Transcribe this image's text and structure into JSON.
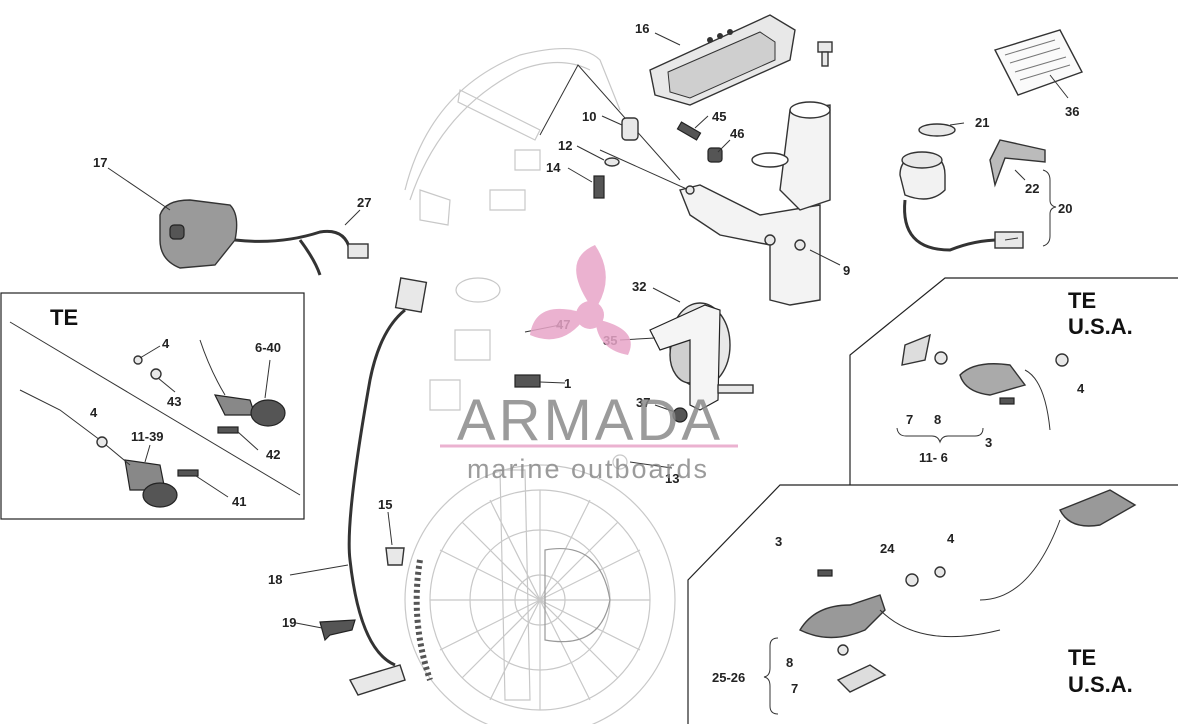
{
  "callouts": {
    "c1": "1",
    "c3": "3",
    "c4": "4",
    "c7": "7",
    "c8": "8",
    "c9": "9",
    "c10": "10",
    "c11_39": "11-39",
    "c12": "12",
    "c13": "13",
    "c14": "14",
    "c15": "15",
    "c16": "16",
    "c17": "17",
    "c18": "18",
    "c19": "19",
    "c20": "20",
    "c21": "21",
    "c22": "22",
    "c24": "24",
    "c27": "27",
    "c32": "32",
    "c35": "35",
    "c36": "36",
    "c37": "37",
    "c41": "41",
    "c42": "42",
    "c43": "43",
    "c45": "45",
    "c46": "46",
    "c47": "47",
    "c6_40": "6-40",
    "c11_6": "11- 6",
    "c25_26": "25-26"
  },
  "te_left": {
    "title": "TE",
    "c4a": "4",
    "c4b": "4"
  },
  "te_usa_top": {
    "line1": "TE",
    "line2": "U.S.A.",
    "c4": "4",
    "c7": "7",
    "c8": "8",
    "c3": "3"
  },
  "te_usa_bottom": {
    "line1": "TE",
    "line2": "U.S.A.",
    "c3": "3",
    "c4": "4",
    "c7": "7",
    "c8": "8",
    "c24": "24"
  },
  "watermark": {
    "brand": "ARMADA",
    "tagline": "marine outboards",
    "brand_color": "#e8a5c8"
  }
}
